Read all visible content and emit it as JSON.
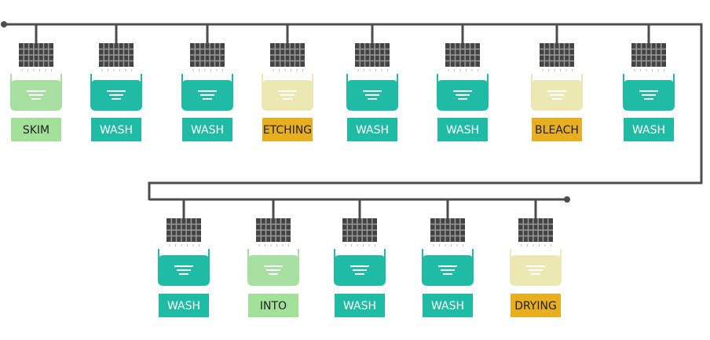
{
  "colors": {
    "line": "#4d4d4d",
    "teal": "#1fbba5",
    "teal_label": "#1fbba5",
    "green": "#a6e0a0",
    "green_label": "#a3e09a",
    "yellow": "#ebe8b4",
    "yellow_label": "#e7ae21",
    "rack_fill": "#444444",
    "lines_white": "#ffffff"
  },
  "row1": [
    {
      "label": "SKIM",
      "type": "green"
    },
    {
      "label": "WASH",
      "type": "teal"
    },
    {
      "label": "WASH",
      "type": "teal"
    },
    {
      "label": "ETCHING",
      "type": "yellow"
    },
    {
      "label": "WASH",
      "type": "teal"
    },
    {
      "label": "WASH",
      "type": "teal"
    },
    {
      "label": "BLEACH",
      "type": "yellow"
    },
    {
      "label": "WASH",
      "type": "teal"
    }
  ],
  "row2": [
    {
      "label": "WASH",
      "type": "teal"
    },
    {
      "label": "INTO",
      "type": "green"
    },
    {
      "label": "WASH",
      "type": "teal"
    },
    {
      "label": "WASH",
      "type": "teal"
    },
    {
      "label": "DRYING",
      "type": "yellow"
    }
  ]
}
